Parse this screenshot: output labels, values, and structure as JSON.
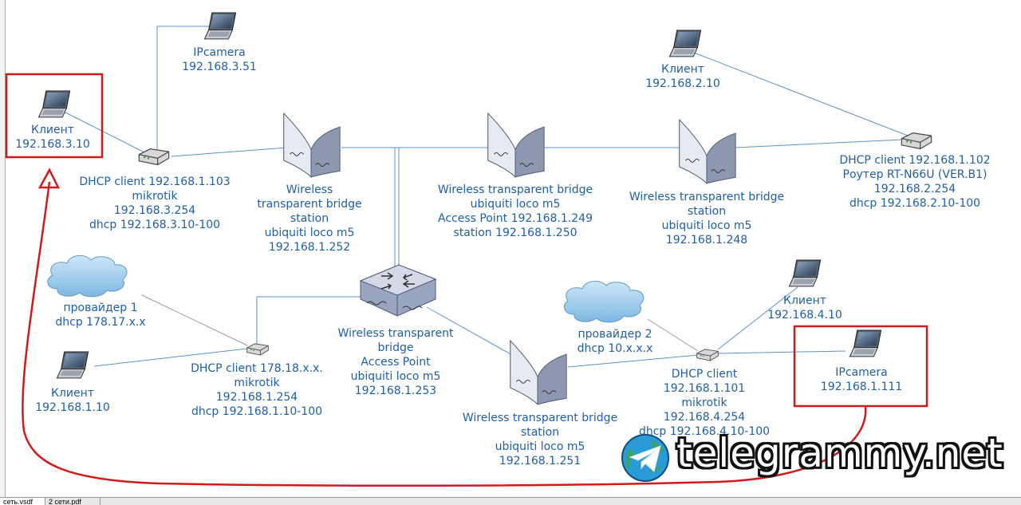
{
  "nodes": {
    "ipcamera_top": [
      "IPcamera",
      "192.168.3.51"
    ],
    "client_3": [
      "Клиент",
      "192.168.3.10"
    ],
    "mikrotik_3": [
      "DHCP client 192.168.1.103",
      "mikrotik",
      "192.168.3.254",
      "dhcp 192.168.3.10-100"
    ],
    "bridge_252": [
      "Wireless",
      "transparent bridge",
      "station",
      "ubiquiti loco m5",
      "192.168.1.252"
    ],
    "bridge_249": [
      "Wireless transparent bridge",
      "ubiquiti loco m5",
      "Access Point 192.168.1.249",
      "station 192.168.1.250"
    ],
    "bridge_248": [
      "Wireless transparent bridge",
      "station",
      "ubiquiti loco m5",
      "192.168.1.248"
    ],
    "client_2": [
      "Клиент",
      "192.168.2.10"
    ],
    "router_2": [
      "DHCP client 192.168.1.102",
      "Роутер RT-N66U (VER.B1)",
      "192.168.2.254",
      "dhcp 192.168.2.10-100"
    ],
    "provider_1": [
      "провайдер 1",
      "dhcp 178.17.x.x"
    ],
    "client_1": [
      "Клиент",
      "192.168.1.10"
    ],
    "mikrotik_1": [
      "DHCP client 178.18.x.x.",
      "mikrotik",
      "192.168.1.254",
      "dhcp 192.168.1.10-100"
    ],
    "ap_253": [
      "Wireless transparent",
      "bridge",
      "Access Point",
      "ubiquiti loco m5",
      "192.168.1.253"
    ],
    "bridge_251": [
      "Wireless transparent bridge",
      "station",
      "ubiquiti loco m5",
      "192.168.1.251"
    ],
    "provider_2": [
      "провайдер 2",
      "dhcp 10.x.x.x"
    ],
    "client_4": [
      "Клиент",
      "192.168.4.10"
    ],
    "mikrotik_4": [
      "DHCP client",
      "192.168.1.101",
      "mikrotik",
      "192.168.4.254",
      "dhcp 192.168.4.10-100"
    ],
    "ipcamera_111": [
      "IPcamera",
      "192.168.1.111"
    ]
  },
  "watermark": {
    "text": "telegrammy.net",
    "logo_icon": "telegram-globe-icon"
  },
  "tabs": [
    "сеть.vsdf",
    "2 сети.pdf"
  ],
  "colors": {
    "text": "#1f5fa8",
    "link": "#5b92c8",
    "highlight": "#d11a1a",
    "cloud": "#9cc9ea",
    "bridge": "#9ea9bd",
    "device": "#8d8d8d"
  }
}
